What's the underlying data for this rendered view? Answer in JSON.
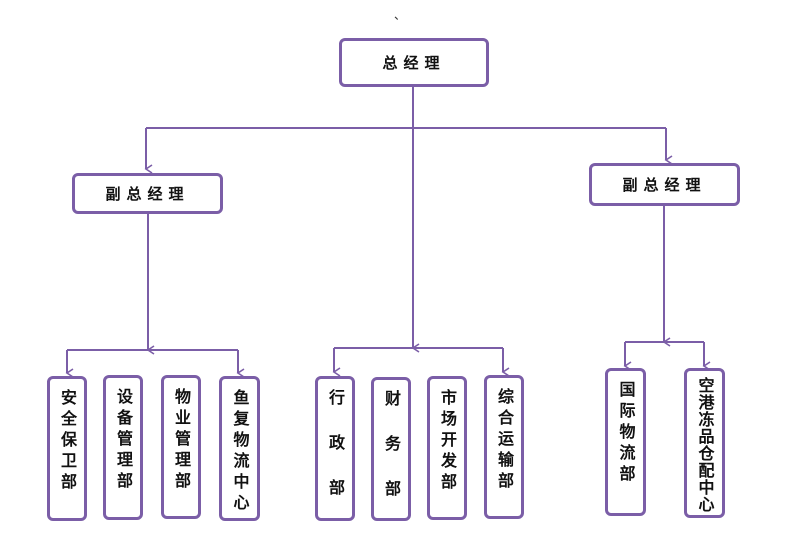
{
  "stray_mark": "、",
  "top": {
    "label": "总经理"
  },
  "left_vp": {
    "label": "副总经理"
  },
  "right_vp": {
    "label": "副总经理"
  },
  "left_depts": [
    {
      "label": "安全保卫部"
    },
    {
      "label": "设备管理部"
    },
    {
      "label": "物业管理部"
    },
    {
      "label": "鱼复物流中心"
    }
  ],
  "center_depts": [
    {
      "label": "行 政 部"
    },
    {
      "label": "财 务 部"
    },
    {
      "label": "市场开发部"
    },
    {
      "label": "综合运输部"
    }
  ],
  "right_depts": [
    {
      "label": "国际物流部"
    },
    {
      "label": "空港冻品仓配中心"
    }
  ],
  "colors": {
    "line": "#7b5ea7",
    "border": "#7b5ea7",
    "text": "#111111"
  }
}
